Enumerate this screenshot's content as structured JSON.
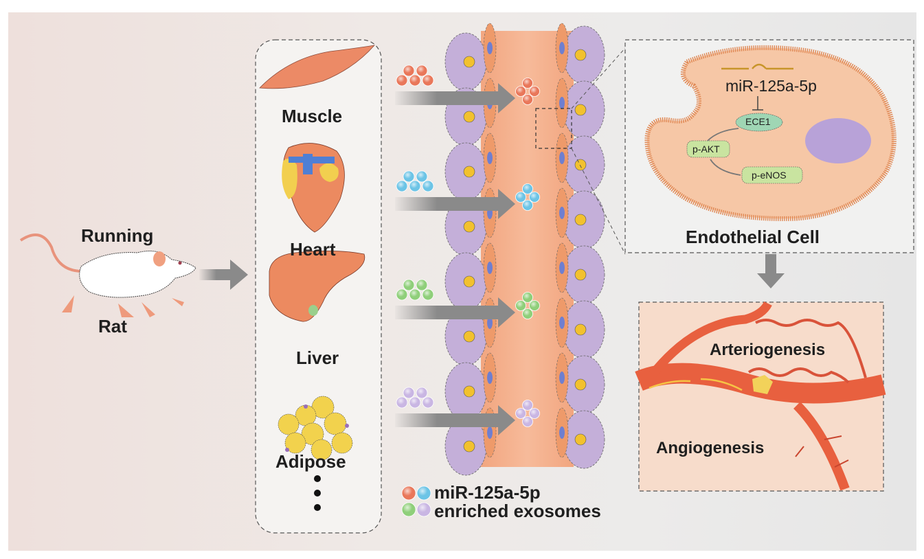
{
  "figure": {
    "rat": {
      "label_top": "Running",
      "label_bottom": "Rat"
    },
    "organs": [
      {
        "name": "Muscle",
        "exosome_color": "#e9775a"
      },
      {
        "name": "Heart",
        "exosome_color": "#6cc4e6"
      },
      {
        "name": "Liver",
        "exosome_color": "#8fcf7a"
      },
      {
        "name": "Adipose",
        "exosome_color": "#c9b6e3"
      }
    ],
    "organs_more": "⋮",
    "legend": {
      "line1": "miR-125a-5p",
      "line2": "enriched exosomes",
      "colors": [
        "#e9775a",
        "#6cc4e6",
        "#8fcf7a",
        "#c9b6e3"
      ]
    },
    "endothelial_cell": {
      "title": "Endothelial Cell",
      "mirna": "miR-125a-5p",
      "target": "ECE1",
      "pathway": [
        "p-AKT",
        "p-eNOS"
      ]
    },
    "outcomes": {
      "upper": "Arteriogenesis",
      "lower": "Angiogenesis"
    },
    "colors": {
      "arrow_gray": "#8a8a8a",
      "vessel_red": "#e8603f",
      "cell_body": "#f6c7a6",
      "cell_purple": "#c4afd9",
      "label_green": "#c9e4a0",
      "ece1_green": "#9fd6b4"
    }
  }
}
